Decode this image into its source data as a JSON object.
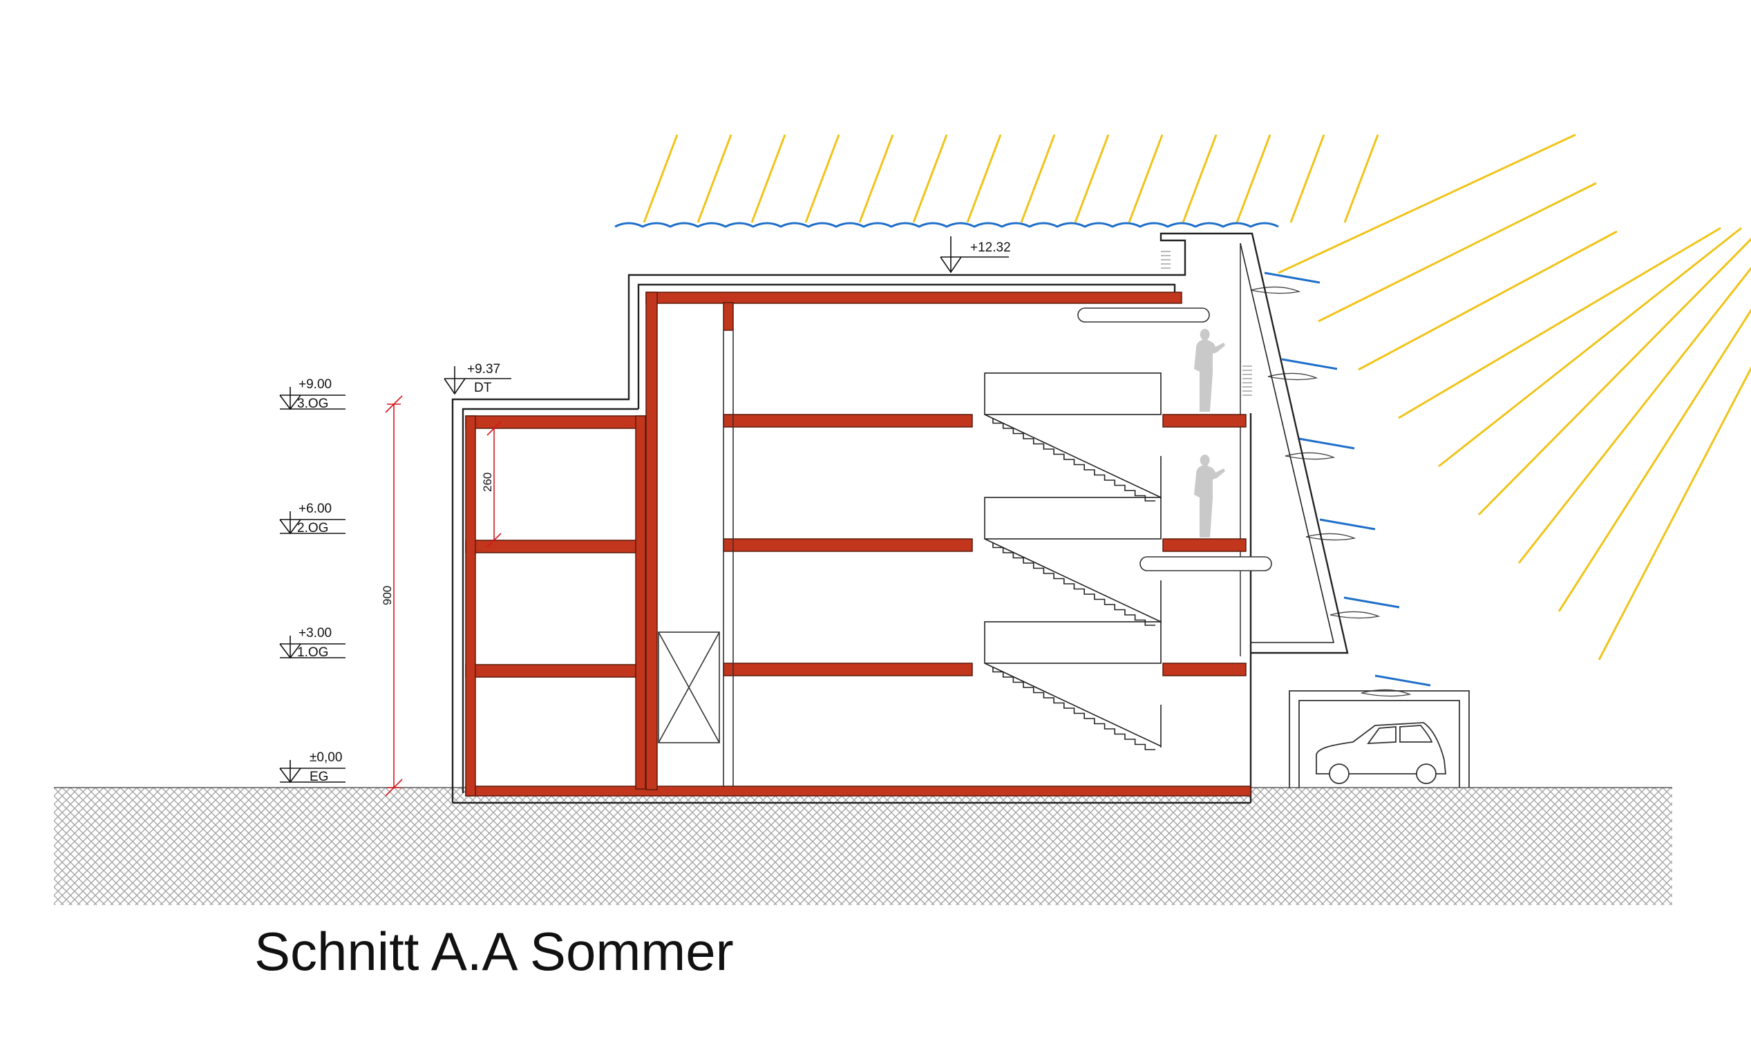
{
  "title": "Schnitt A.A Sommer",
  "levels": [
    {
      "value": "+9.00",
      "name": "3.OG"
    },
    {
      "value": "+6.00",
      "name": "2.OG"
    },
    {
      "value": "+3.00",
      "name": "1.OG"
    },
    {
      "value": "±0,00",
      "name": "EG"
    }
  ],
  "roof_levels": [
    {
      "value": "+9.37",
      "name": "DT"
    },
    {
      "value": "+12.32",
      "name": ""
    }
  ],
  "dimensions": {
    "total_height": "900",
    "storey_height": "260"
  },
  "colors": {
    "slab": "#c1361c",
    "sun_rays": "#f0c419",
    "sky_line": "#1f6fc9",
    "dimension": "#d9141b",
    "ground_hatch": "#9a9a9a",
    "outline": "#222222"
  }
}
